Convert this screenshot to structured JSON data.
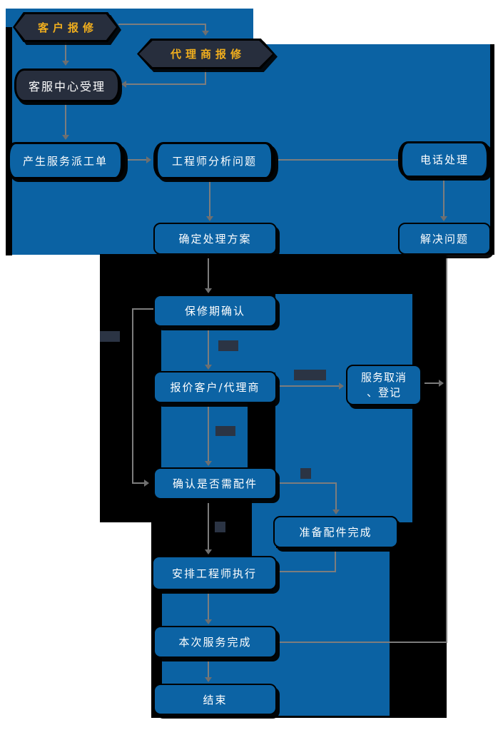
{
  "diagram": {
    "nodes": {
      "customer_report": {
        "label": "客户报修"
      },
      "agent_report": {
        "label": "代理商报修"
      },
      "service_center": {
        "label": "客服中心受理"
      },
      "work_order": {
        "label": "产生服务派工单"
      },
      "engineer_analysis": {
        "label": "工程师分析问题"
      },
      "phone_handling": {
        "label": "电话处理"
      },
      "decide_plan": {
        "label": "确定处理方案"
      },
      "solve_problem": {
        "label": "解决问题"
      },
      "warranty_check": {
        "label": "保修期确认"
      },
      "quote": {
        "label": "报价客户/代理商",
        "line1": "报价客户/代理商"
      },
      "service_cancel": {
        "line1": "服务取消",
        "line2": "、登记"
      },
      "need_parts": {
        "label": "确认是否需配件"
      },
      "parts_ready": {
        "label": "准备配件完成"
      },
      "assign_engineer": {
        "label": "安排工程师执行"
      },
      "service_complete": {
        "label": "本次服务完成"
      },
      "end_node": {
        "label": "结束"
      }
    },
    "edges": [
      "客户报修 → 代理商报修",
      "客户报修 → 客服中心受理",
      "代理商报修 → 客服中心受理",
      "客服中心受理 → 产生服务派工单",
      "产生服务派工单 → 工程师分析问题",
      "工程师分析问题 → 电话处理",
      "工程师分析问题 → 确定处理方案",
      "电话处理 → 解决问题",
      "确定处理方案 → 保修期确认",
      "保修期确认 → 报价客户/代理商",
      "保修期确认 → 确认是否需配件",
      "报价客户/代理商 → 服务取消、登记",
      "报价客户/代理商 → 确认是否需配件",
      "服务取消、登记 → 本次服务完成",
      "解决问题 → 本次服务完成",
      "确认是否需配件 → 准备配件完成",
      "确认是否需配件 → 安排工程师执行",
      "准备配件完成 → 安排工程师执行",
      "安排工程师执行 → 本次服务完成",
      "本次服务完成 → 结束"
    ],
    "colors": {
      "canvas_blue": "#0b62a3",
      "shape_dark_navy": "#272e3d",
      "accent_yellow": "#f0ae1e",
      "connector_gray": "#7d7d7d",
      "region_black": "#000000",
      "text_white": "#ffffff"
    }
  }
}
